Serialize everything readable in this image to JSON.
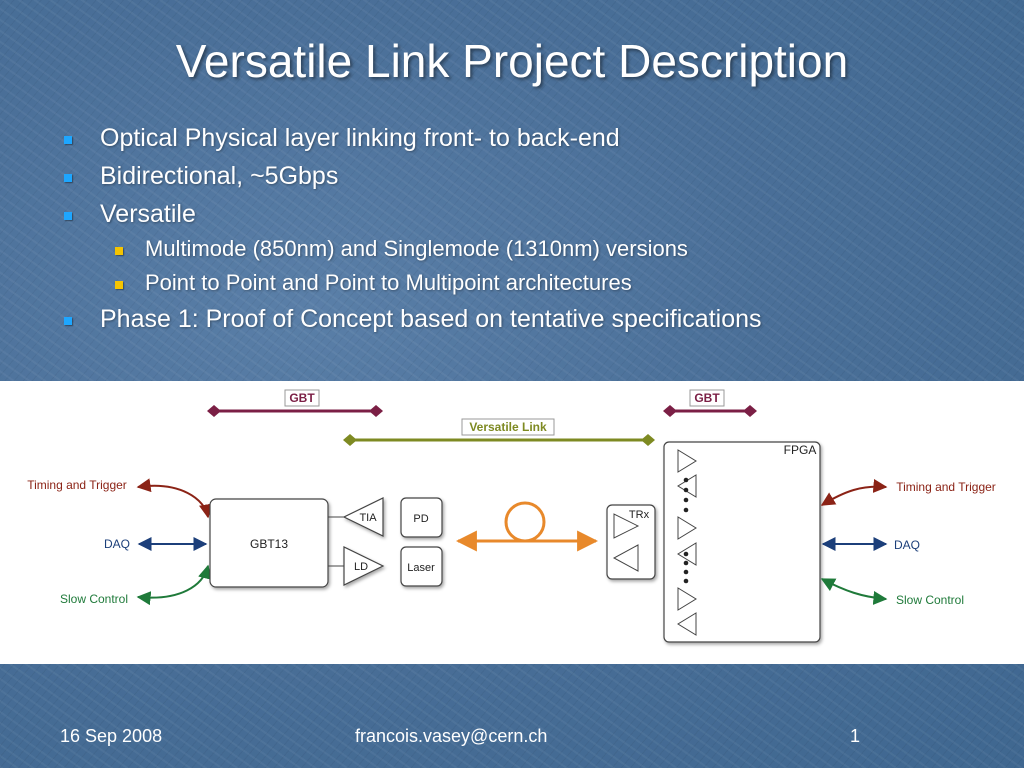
{
  "slide": {
    "title": "Versatile Link Project Description",
    "bullets": [
      "Optical Physical layer linking front- to back-end",
      "Bidirectional, ~5Gbps",
      "Versatile",
      "Phase 1: Proof of Concept based on tentative specifications"
    ],
    "sub_bullets": [
      "Multimode (850nm) and Singlemode (1310nm) versions",
      "Point to Point and Point to Multipoint architectures"
    ],
    "colors": {
      "background": "#4a6f98",
      "bullet_level1": "#1ea6ff",
      "bullet_level2": "#f5c400"
    }
  },
  "diagram": {
    "gbt_label_left": "GBT",
    "gbt_label_right": "GBT",
    "versatile_link_label": "Versatile Link",
    "left_signals": [
      "Timing and Trigger",
      "DAQ",
      "Slow Control"
    ],
    "right_signals": [
      "Timing and Trigger",
      "DAQ",
      "Slow Control"
    ],
    "gbt13": "GBT13",
    "tia": "TIA",
    "pd": "PD",
    "ld": "LD",
    "laser": "Laser",
    "trx": "TRx",
    "fpga": "FPGA",
    "colors": {
      "gbt_line": "#7b1f45",
      "versatile_line": "#7e8a22",
      "timing": "#8b2316",
      "daq": "#1c3f7a",
      "slow_control": "#1f7a3a",
      "fiber": "#e8892b"
    }
  },
  "footer": {
    "date": "16 Sep 2008",
    "email": "francois.vasey@cern.ch",
    "page": "1"
  }
}
